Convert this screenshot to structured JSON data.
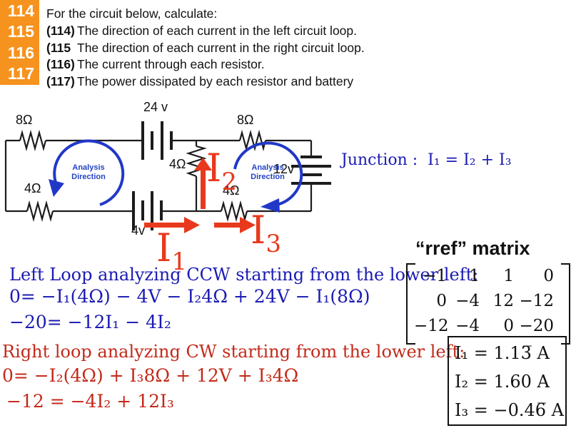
{
  "header": {
    "box_numbers": [
      "114",
      "115",
      "116",
      "117"
    ],
    "box_color": "#F6921E",
    "intro": "For the circuit below, calculate:",
    "items": [
      {
        "num": "(114)",
        "text": "The direction of each current in the left circuit loop."
      },
      {
        "num": "(115",
        "text": "The direction of each current in the right circuit loop."
      },
      {
        "num": "(116)",
        "text": "The current through each resistor."
      },
      {
        "num": "(117)",
        "text": "The power dissipated by each resistor and battery"
      }
    ]
  },
  "circuit": {
    "labels": {
      "r8_left": "8Ω",
      "r4_left": "4Ω",
      "bat24": "24 v",
      "bat4": "4v",
      "r8_right": "8Ω",
      "r4_mid": "4Ω",
      "r4_right": "4Ω",
      "bat12": "12v",
      "analysis_line1": "Analysis",
      "analysis_line2": "Direction"
    },
    "currents": {
      "i1": {
        "base": "I",
        "sub": "1"
      },
      "i2": {
        "base": "I",
        "sub": "2"
      },
      "i3": {
        "base": "I",
        "sub": "3"
      }
    },
    "colors": {
      "wire": "#1c1c1c",
      "loop_arrow": "#2138c7",
      "current_arrow": "#e8391d"
    }
  },
  "junction": {
    "text": "Junction :  I₁ = I₂ + I₃"
  },
  "left_loop": {
    "title": "Left Loop analyzing CCW starting from the lower left:",
    "eq1": "0= −I₁(4Ω) − 4V − I₂4Ω + 24V − I₁(8Ω)",
    "eq2": "−20= −12I₁ − 4I₂"
  },
  "right_loop": {
    "title": "Right loop analyzing CW starting from the lower left:",
    "eq1": "0= −I₂(4Ω) + I₃8Ω + 12V + I₃4Ω",
    "eq2": "−12 = −4I₂ + 12I₃"
  },
  "rref": {
    "title": "“rref” matrix",
    "rows": [
      [
        "−1",
        "1",
        "1",
        "0"
      ],
      [
        "0",
        "−4",
        "12",
        "−12"
      ],
      [
        "−12",
        "−4",
        "0",
        "−20"
      ]
    ]
  },
  "results": {
    "lines": [
      "I₁ = 1.13̅ A",
      "I₂ = 1.60 A",
      "I₃ = −0.46̅ A"
    ]
  }
}
